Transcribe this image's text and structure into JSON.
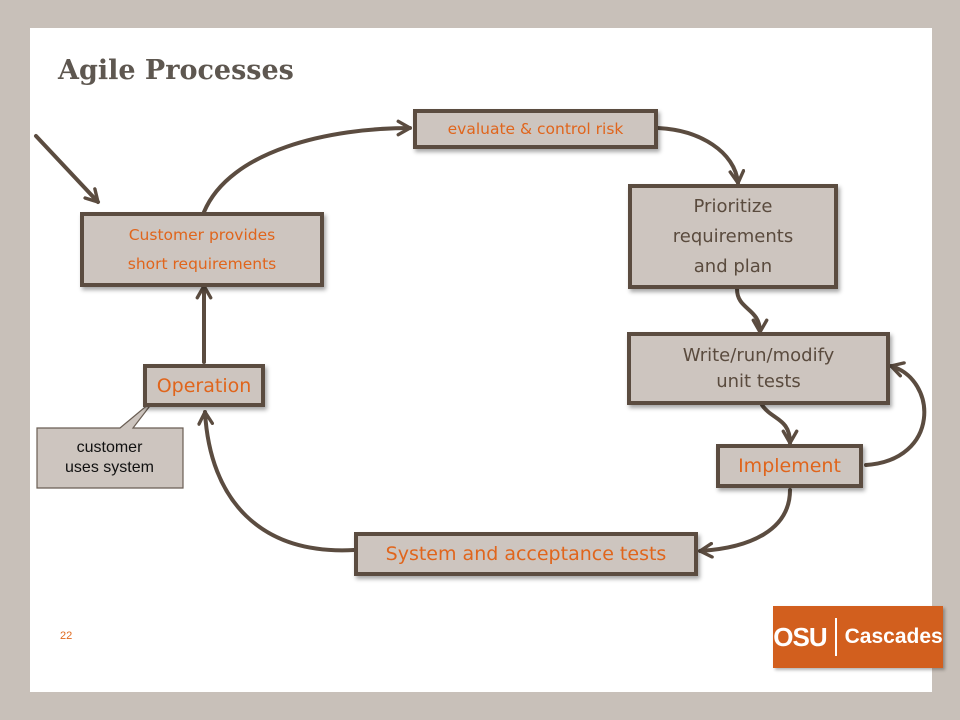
{
  "slide": {
    "title": "Agile Processes",
    "page_number": "22"
  },
  "nodes": {
    "evaluate": "evaluate & control risk",
    "prioritize": [
      "Prioritize",
      "requirements",
      "and plan"
    ],
    "customer_req": [
      "Customer provides",
      "short requirements"
    ],
    "write_tests": [
      "Write/run/modify",
      "unit tests"
    ],
    "operation": "Operation",
    "implement": "Implement",
    "system_tests": "System and acceptance tests"
  },
  "callout": [
    "customer",
    "uses system"
  ],
  "logo": {
    "left": "OSU",
    "right": "Cascades",
    "color": "#d25f1e"
  },
  "colors": {
    "box_fill": "#cdc5bf",
    "box_border": "#5b4c40",
    "arrow": "#5b4c40",
    "accent_text": "#e0651c",
    "background": "#c8c0b9"
  }
}
